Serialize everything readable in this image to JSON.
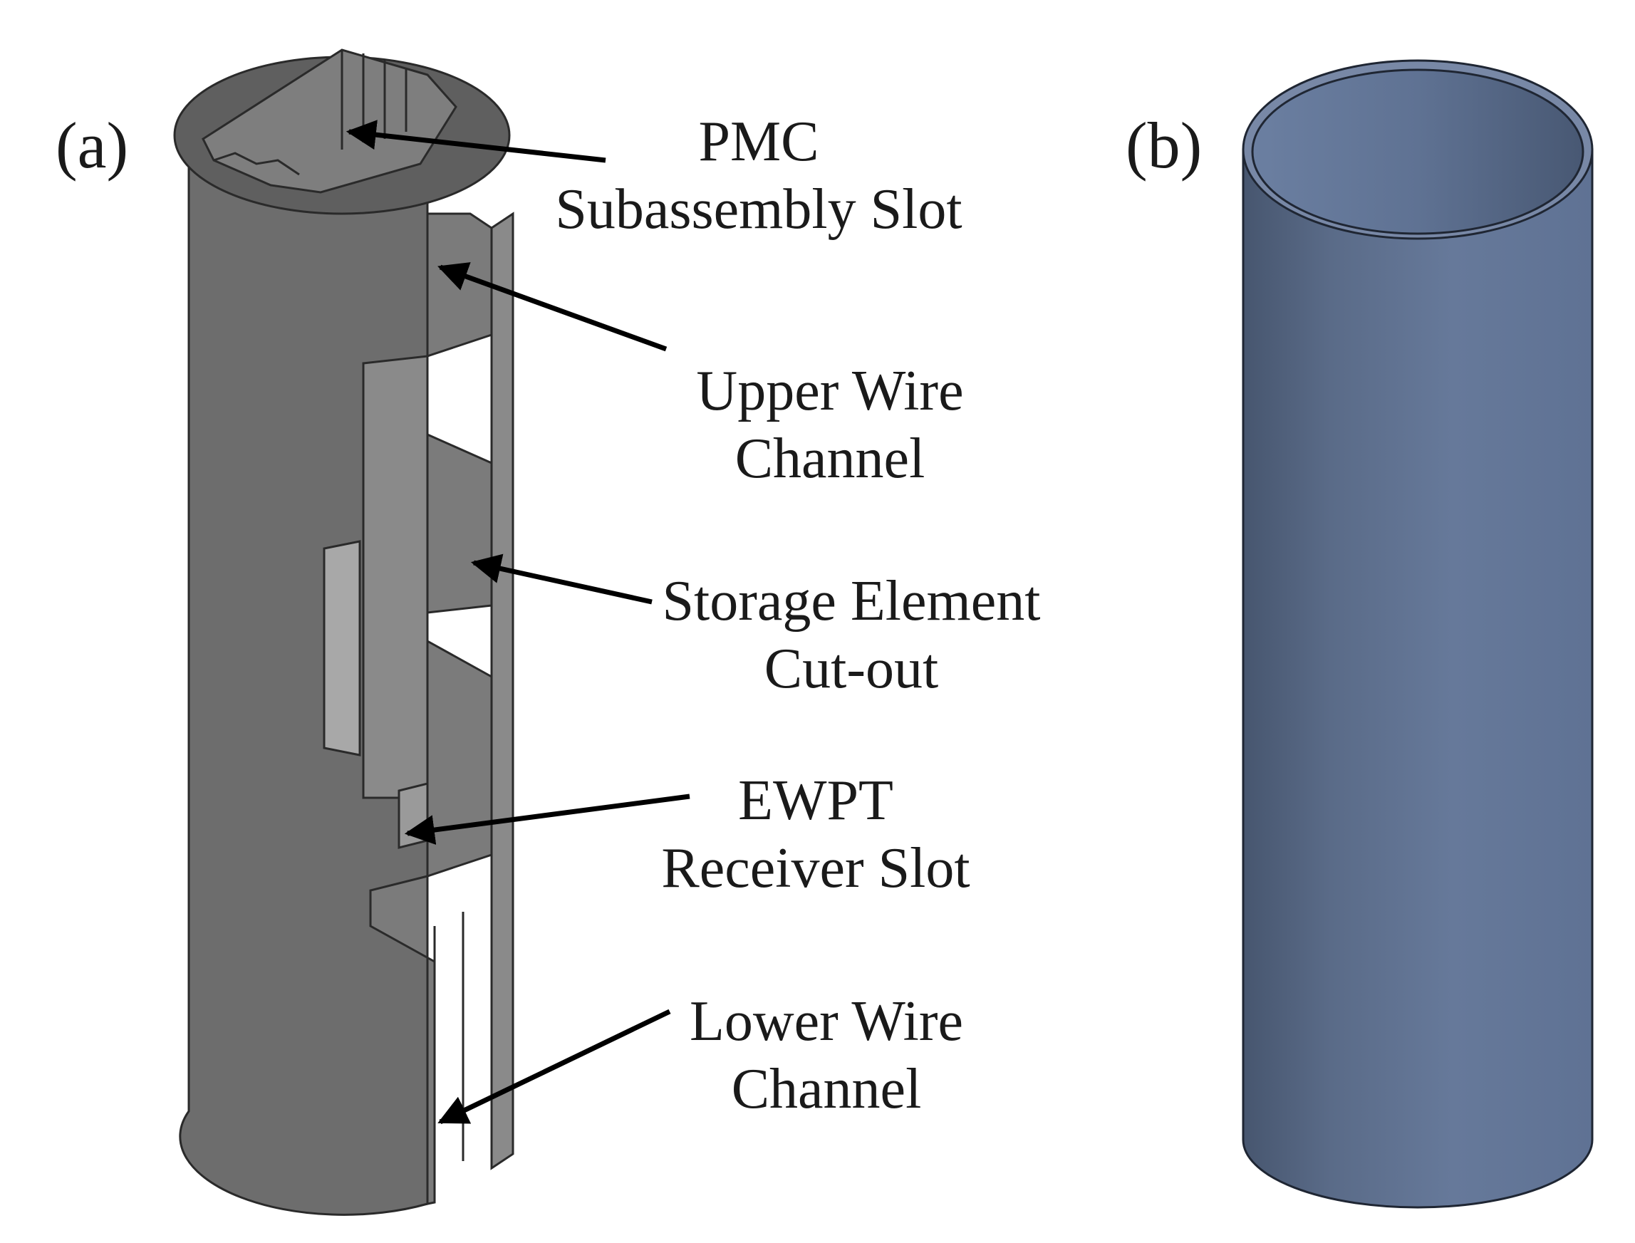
{
  "panels": [
    {
      "label": "(a)",
      "callouts": [
        {
          "lines": [
            "PMC",
            "Subassembly Slot"
          ]
        },
        {
          "lines": [
            "Upper Wire",
            "Channel"
          ]
        },
        {
          "lines": [
            "Storage Element",
            "Cut-out"
          ]
        },
        {
          "lines": [
            "EWPT",
            "Receiver Slot"
          ]
        },
        {
          "lines": [
            "Lower Wire",
            "Channel"
          ]
        }
      ]
    },
    {
      "label": "(b)"
    }
  ],
  "colors": {
    "housing_fill": "#6e6e6e",
    "housing_dark": "#555555",
    "housing_light": "#8a8a8a",
    "sleeve_fill": "#5a6d8f",
    "sleeve_dark": "#3e4c66",
    "arrow": "#000000"
  }
}
